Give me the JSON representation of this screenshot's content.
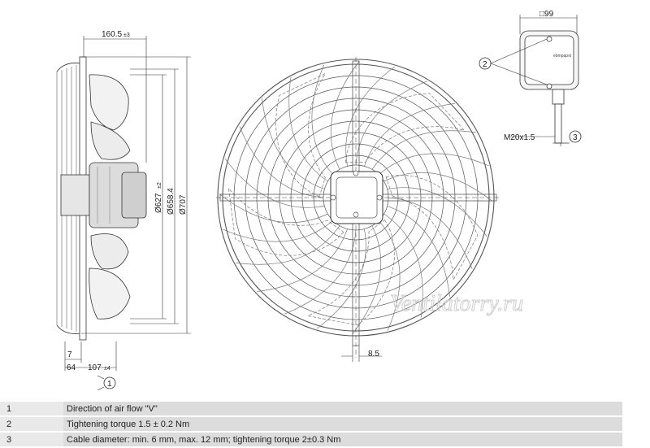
{
  "dimensions": {
    "side_depth": "160.5",
    "side_depth_tol": "±3",
    "blade_diameter": "Ø627",
    "blade_diameter_tol": "±2",
    "guard_inner_diameter": "Ø658.4",
    "guard_outer_diameter": "Ø707",
    "flange_thickness": "7",
    "hub_offset": "64",
    "motor_depth": "107",
    "motor_depth_tol": "±4",
    "box_size": "□99",
    "cable_gland": "M20x1.5",
    "mount_hole": "8.5"
  },
  "callouts": {
    "air_flow": "1",
    "tightening": "2",
    "cable": "3"
  },
  "watermark": "Ventilatorry.ru",
  "terminal_box_label": "ebmpapst",
  "legend": [
    {
      "num": "1",
      "text": "Direction of air flow \"V\""
    },
    {
      "num": "2",
      "text": "Tightening torque 1.5 ± 0.2 Nm"
    },
    {
      "num": "3",
      "text": "Cable diameter: min. 6 mm, max. 12 mm; tightening torque 2±0.3 Nm"
    }
  ]
}
